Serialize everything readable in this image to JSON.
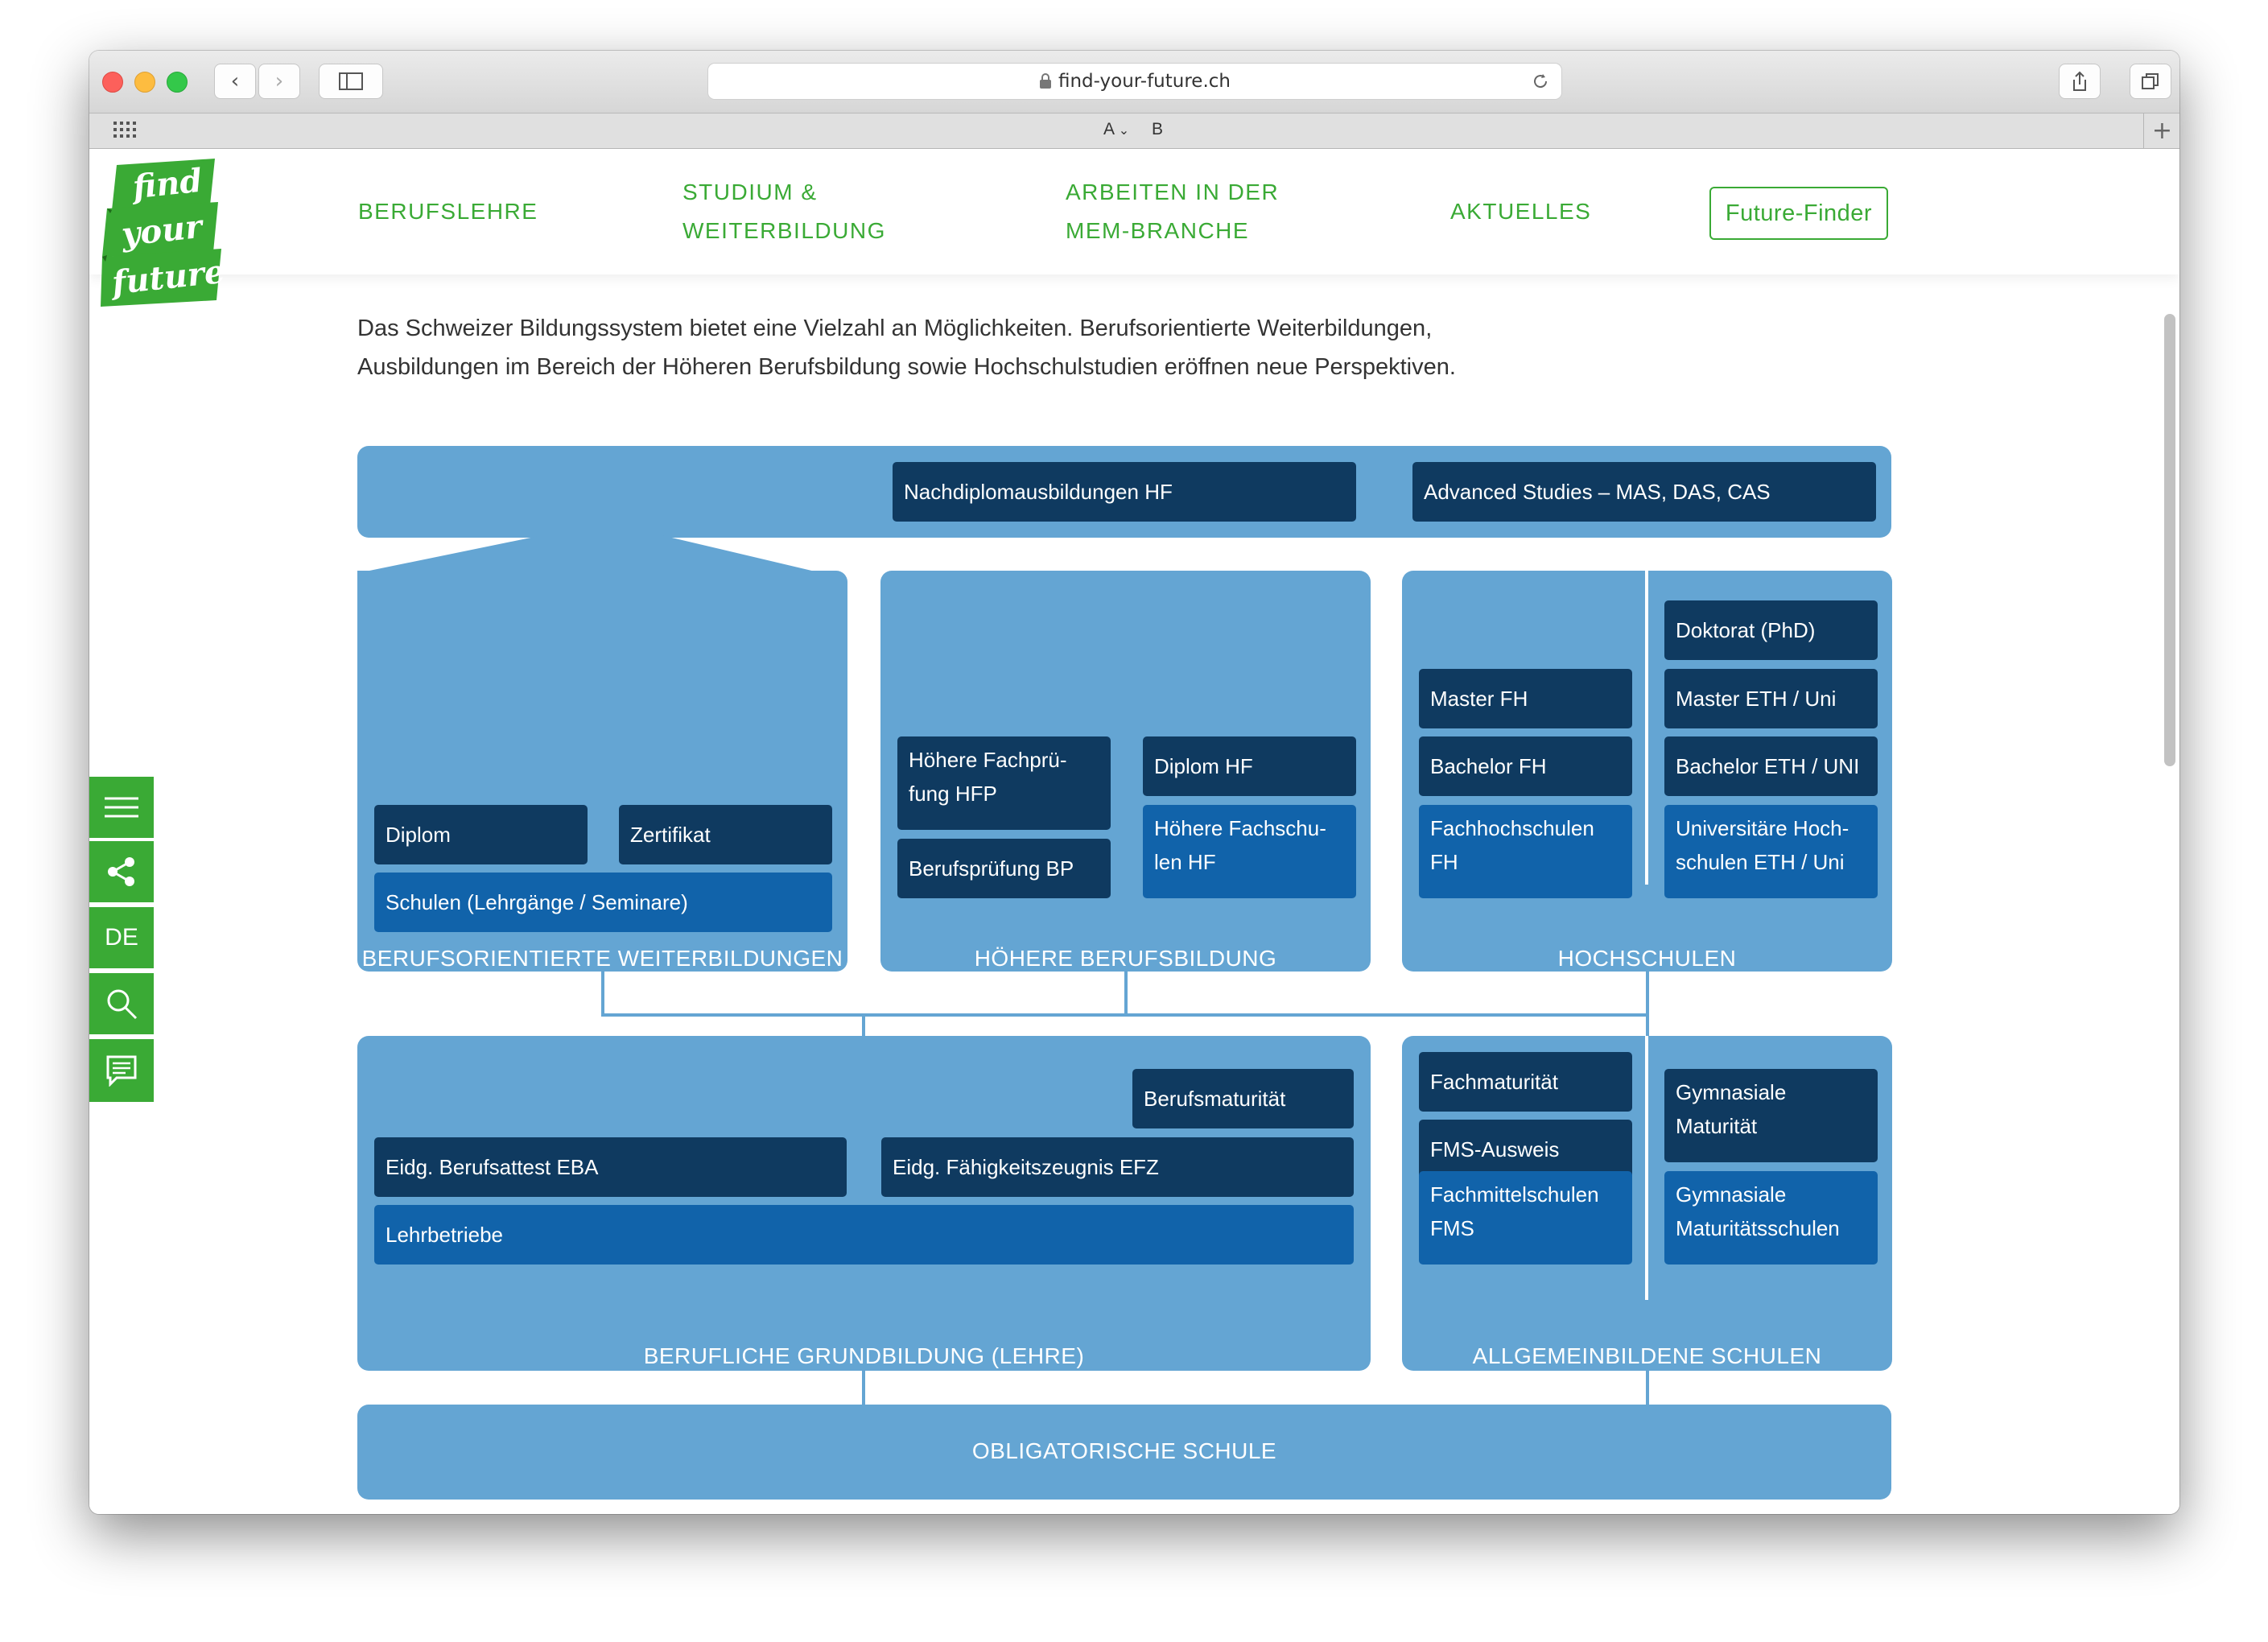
{
  "browser": {
    "url": "find-your-future.ch",
    "reader_left": "A",
    "reader_right": "B"
  },
  "logo": {
    "lines": [
      "find",
      "your",
      "future"
    ]
  },
  "nav": {
    "items": [
      {
        "line1": "BERUFSLEHRE",
        "line2": ""
      },
      {
        "line1": "STUDIUM &",
        "line2": "WEITERBILDUNG"
      },
      {
        "line1": "ARBEITEN IN DER",
        "line2": "MEM-BRANCHE"
      },
      {
        "line1": "AKTUELLES",
        "line2": ""
      }
    ],
    "cta": "Future-Finder"
  },
  "intro": {
    "line1": "Das Schweizer Bildungssystem bietet eine Vielzahl an Möglichkeiten. Berufsorientierte Weiterbildungen,",
    "line2": "Ausbildungen im Bereich der Höheren Berufsbildung sowie Hochschulstudien eröffnen neue Perspektiven."
  },
  "sidebar": {
    "language": "DE"
  },
  "diagram": {
    "top": {
      "nachdiplom": "Nachdiplomausbildungen HF",
      "advanced": "Advanced Studies – MAS, DAS, CAS"
    },
    "weiterbildung": {
      "caption": "BERUFSORIENTIERTE WEITERBILDUNGEN",
      "diplom": "Diplom",
      "zertifikat": "Zertifikat",
      "schulen": "Schulen (Lehrgänge / Seminare)"
    },
    "hbb": {
      "caption": "HÖHERE BERUFSBILDUNG",
      "hfp_1": "Höhere Fachprü-",
      "hfp_2": "fung HFP",
      "diplom_hf": "Diplom HF",
      "bp": "Berufsprüfung BP",
      "hf_1": "Höhere Fachschu-",
      "hf_2": "len HF"
    },
    "hochschulen": {
      "caption": "HOCHSCHULEN",
      "doktorat": "Doktorat (PhD)",
      "master_fh": "Master FH",
      "master_uni": "Master ETH / Uni",
      "bachelor_fh": "Bachelor FH",
      "bachelor_uni": "Bachelor ETH / UNI",
      "fh_1": "Fachhochschulen",
      "fh_2": "FH",
      "uni_1": "Universitäre Hoch-",
      "uni_2": "schulen ETH / Uni"
    },
    "grundbildung": {
      "caption": "BERUFLICHE GRUNDBILDUNG (LEHRE)",
      "bm": "Berufsmaturität",
      "eba": "Eidg. Berufsattest EBA",
      "efz": "Eidg. Fähigkeitszeugnis EFZ",
      "lehrbetriebe": "Lehrbetriebe"
    },
    "allgemein": {
      "caption": "ALLGEMEINBILDENE SCHULEN",
      "fm": "Fachmaturität",
      "fms_ausweis": "FMS-Ausweis",
      "fms_1": "Fachmittelschulen",
      "fms_2": "FMS",
      "gm_1": "Gymnasiale",
      "gm_2": "Maturität",
      "gms_1": "Gymnasiale",
      "gms_2": "Maturitätsschulen"
    },
    "obligatorisch": "OBLIGATORISCHE SCHULE"
  },
  "colors": {
    "brand_green": "#3aaa35",
    "panel_blue": "#64a5d3",
    "box_dark": "#0f3a60",
    "box_mid": "#1163aa"
  }
}
